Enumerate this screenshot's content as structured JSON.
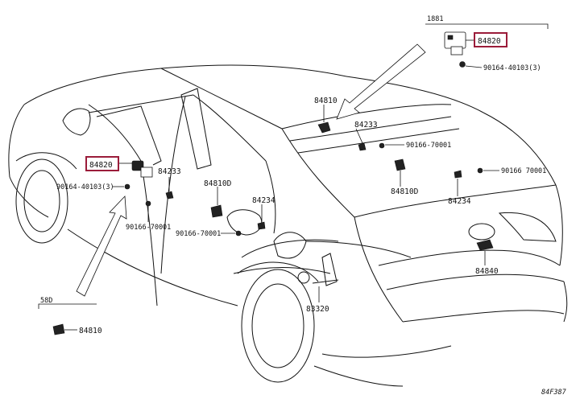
{
  "colors": {
    "highlight": "#9b1c3a",
    "ink": "#111111"
  },
  "callouts": {
    "top_right_header": "1881",
    "bottom_left_header": "58D",
    "code": "84F387"
  },
  "labels": {
    "p84820_top": "84820",
    "p84820_left": "84820",
    "p90164_top": "90164-40103(3)",
    "p90164_left": "90164-40103(3)",
    "p84810_top": "84810",
    "p84233_top": "84233",
    "p90166_top": "90166-70001",
    "p90166_right": "90166 70001",
    "p84810D_right": "84810D",
    "p84234_right": "84234",
    "p84840": "84840",
    "p84233_left": "84233",
    "p84810D_left": "84810D",
    "p84234_left": "84234",
    "p90166_left1": "90166-70001",
    "p90166_left2": "90166-70001",
    "p83320": "83320",
    "p84810_bottom": "84810"
  }
}
